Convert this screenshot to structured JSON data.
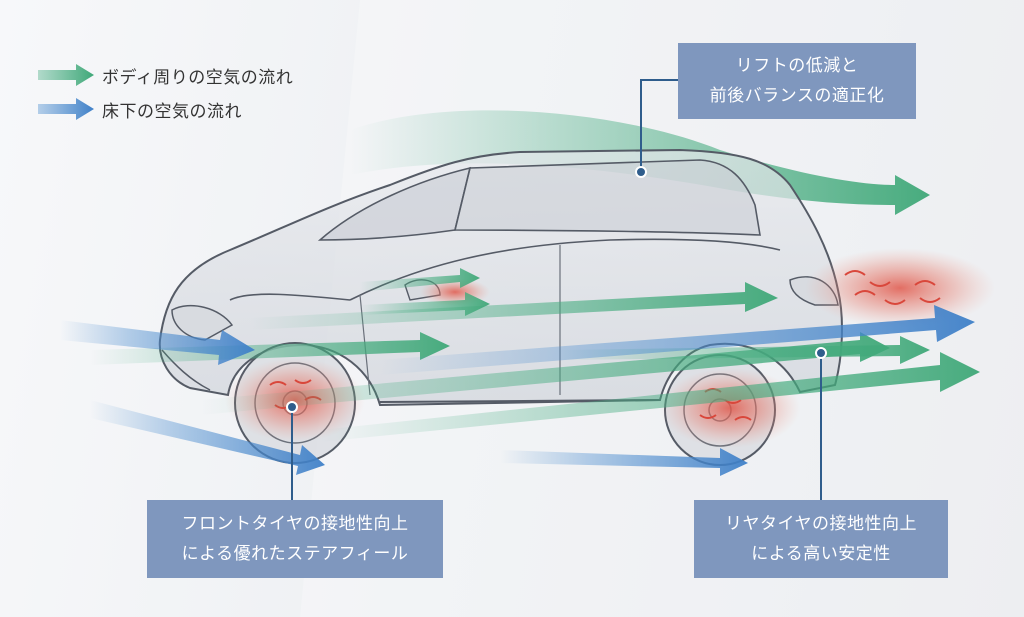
{
  "legend": {
    "items": [
      {
        "label": "ボディ周りの空気の流れ",
        "color": "#4aae84"
      },
      {
        "label": "床下の空気の流れ",
        "color": "#4f8fd0"
      }
    ]
  },
  "callouts": {
    "lift": {
      "line1": "リフトの低減と",
      "line2": "前後バランスの適正化"
    },
    "front": {
      "line1": "フロントタイヤの接地性向上",
      "line2": "による優れたステアフィール"
    },
    "rear": {
      "line1": "リヤタイヤの接地性向上",
      "line2": "による高い安定性"
    }
  },
  "colors": {
    "callout_bg": "#7f97be",
    "green_flow": "#4aae84",
    "blue_flow": "#4f8fd0",
    "turbulence": "#e0574a",
    "leader_line": "#2f5d8c"
  }
}
